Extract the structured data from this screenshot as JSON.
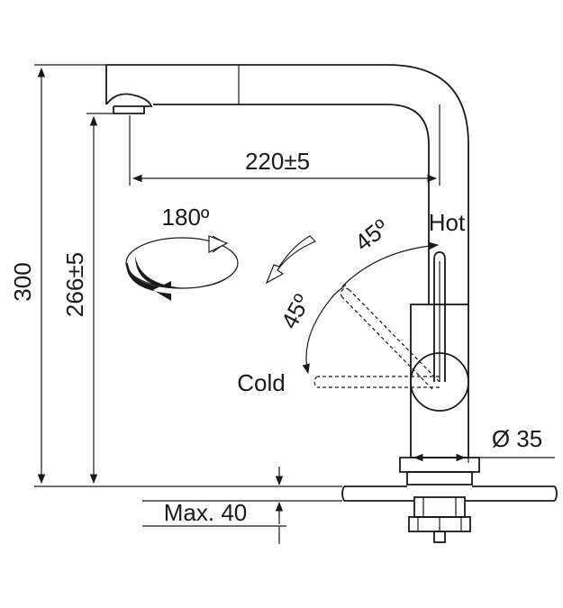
{
  "labels": {
    "height_total": "300",
    "height_spout": "266±5",
    "reach": "220±5",
    "rotation": "180º",
    "angle_hot": "45º",
    "angle_cold": "45º",
    "hot": "Hot",
    "cold": "Cold",
    "diameter": "Ø 35",
    "max_thickness": "Max. 40"
  },
  "colors": {
    "line": "#1a1a1a",
    "background": "#ffffff"
  }
}
